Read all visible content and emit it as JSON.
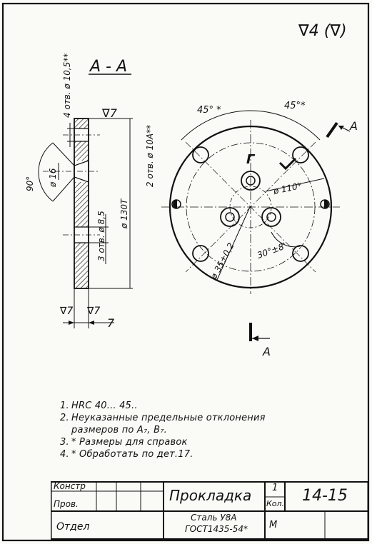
{
  "roughness_general": "∇4 (∇)",
  "section_view_label": "А - А",
  "section_surface_mark": "∇7",
  "section_bottom_marks": [
    "∇7",
    "∇7"
  ],
  "dimensions": {
    "holes_4": "4 отв. ø 10,5**",
    "holes_2": "2 отв. ø 10А**",
    "holes_3": "3 отв. ø 8,5",
    "chamfer_diam": "ø 16",
    "chamfer_angle": "90°",
    "outer_diam": "ø 130Т",
    "thickness": "7",
    "angle_left": "45° *",
    "angle_right": "45°*",
    "circle_110": "ø 110*",
    "circle_35": "ø 35±0,2",
    "angle_30": "30°±8'"
  },
  "section_cut_letters": [
    "А",
    "А"
  ],
  "center_mark": "Г",
  "notes": [
    {
      "num": "1.",
      "text": "HRC 40... 45.."
    },
    {
      "num": "2.",
      "text": "Неуказанные предельные отклонения"
    },
    {
      "num": "",
      "text": "размеров по A₇, B₇."
    },
    {
      "num": "3.",
      "text": "* Размеры для справок"
    },
    {
      "num": "4.",
      "text": "* Обработать по дет.17."
    }
  ],
  "title_block": {
    "row1_label": "Констр",
    "row2_label": "Пров.",
    "row3_label": "Отдел",
    "part_name": "Прокладка",
    "quantity": "1",
    "quantity_label": "Кол.",
    "drawing_number": "14-15",
    "material_line1": "Сталь У8А",
    "material_line2": "ГОСТ1435-54*",
    "mass_mark": "М"
  }
}
